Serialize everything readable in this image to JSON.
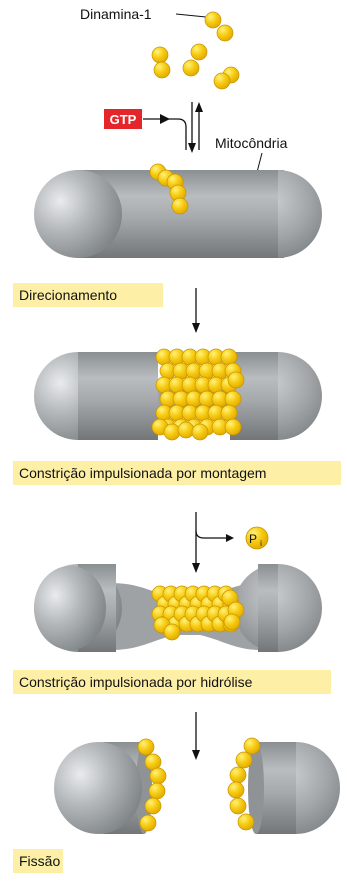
{
  "labels": {
    "dinamina": "Dinamina-1",
    "gtp": "GTP",
    "mitocondria": "Mitocôndria",
    "pi_main": "P",
    "pi_sub": "i"
  },
  "stages": [
    {
      "label": "Direcionamento"
    },
    {
      "label": "Constrição impulsionada por montagem"
    },
    {
      "label": "Constrição impulsionada por hidrólise"
    },
    {
      "label": "Fissão"
    }
  ],
  "colors": {
    "gtp_box": "#e4262b",
    "dynamin": "#f5c400",
    "dynamin_edge": "#c79400",
    "mito": "#9ea3a6",
    "label_bg": "#fdf0a6"
  }
}
